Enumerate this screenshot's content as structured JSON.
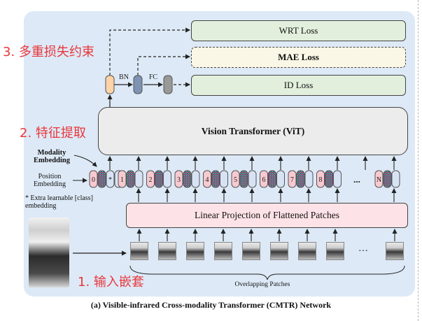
{
  "losses": {
    "wrt": "WRT Loss",
    "mae": "MAE Loss",
    "id": "ID Loss"
  },
  "ops": {
    "bn": "BN",
    "fc": "FC"
  },
  "vit": "Vision Transformer (ViT)",
  "linear": "Linear Projection of Flattened Patches",
  "labels": {
    "modality": "Modality Embedding",
    "position": "Position Embedding",
    "extra": "* Extra learnable [class] embedding"
  },
  "tokens": [
    "0",
    "*",
    "1",
    "2",
    "3",
    "4",
    "5",
    "6",
    "7",
    "8",
    "...",
    "N"
  ],
  "patches_label": "Overlapping Patches",
  "notes": {
    "step3": "3. 多重损失约束",
    "step2": "2. 特征提取",
    "step1": "1. 输入嵌套"
  },
  "caption": "(a) Visible-infrared Cross-modality Transformer (CMTR) Network",
  "colors": {
    "panel": "#dde9f6",
    "loss": "#e2efdc",
    "mae": "#fbf7e6",
    "linear": "#fde3e7",
    "vit": "#ececec",
    "note": "#e8373b",
    "bn_node": "#fdd3a8",
    "fc_node": "#7e93b3",
    "gray_node": "#999999",
    "pos_token": "#f7c9d0",
    "mod_token": "#d7e3f4"
  }
}
